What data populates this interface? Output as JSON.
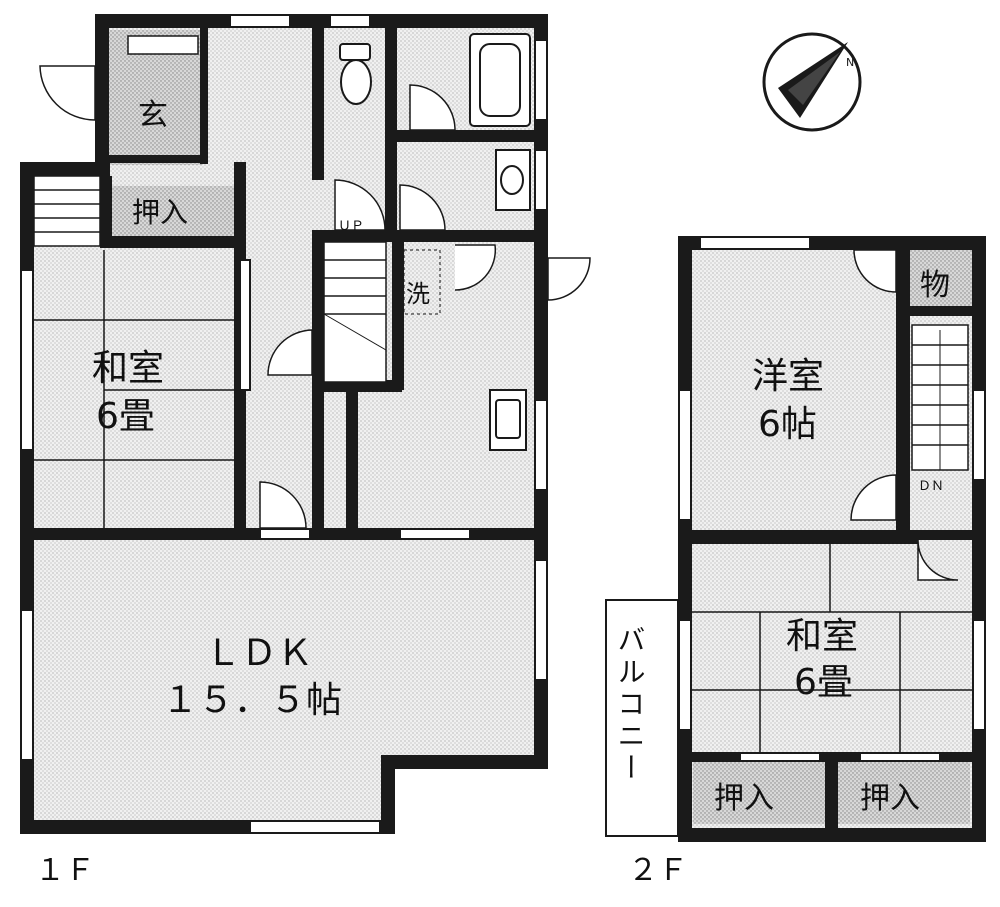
{
  "floor1": {
    "label": "１Ｆ",
    "rooms": {
      "entrance": "玄",
      "closet": "押入",
      "washitsu": {
        "name": "和室",
        "size": "6畳"
      },
      "ldk": {
        "name": "ＬＤＫ",
        "size": "１５．５帖"
      },
      "wash": "洗",
      "stairs_up": "ＵＰ"
    }
  },
  "floor2": {
    "label": "２Ｆ",
    "rooms": {
      "storage": "物",
      "youshitsu": {
        "name": "洋室",
        "size": "6帖"
      },
      "washitsu": {
        "name": "和室",
        "size": "6畳"
      },
      "closet_left": "押入",
      "closet_right": "押入",
      "stairs_down": "ＤＮ",
      "balcony": "バルコニー"
    }
  },
  "compass": {
    "direction": "N"
  },
  "colors": {
    "wall": "#1a1a1a",
    "floor_fill": "#ececec",
    "closet_fill": "#d6d6d6",
    "background": "#ffffff"
  }
}
